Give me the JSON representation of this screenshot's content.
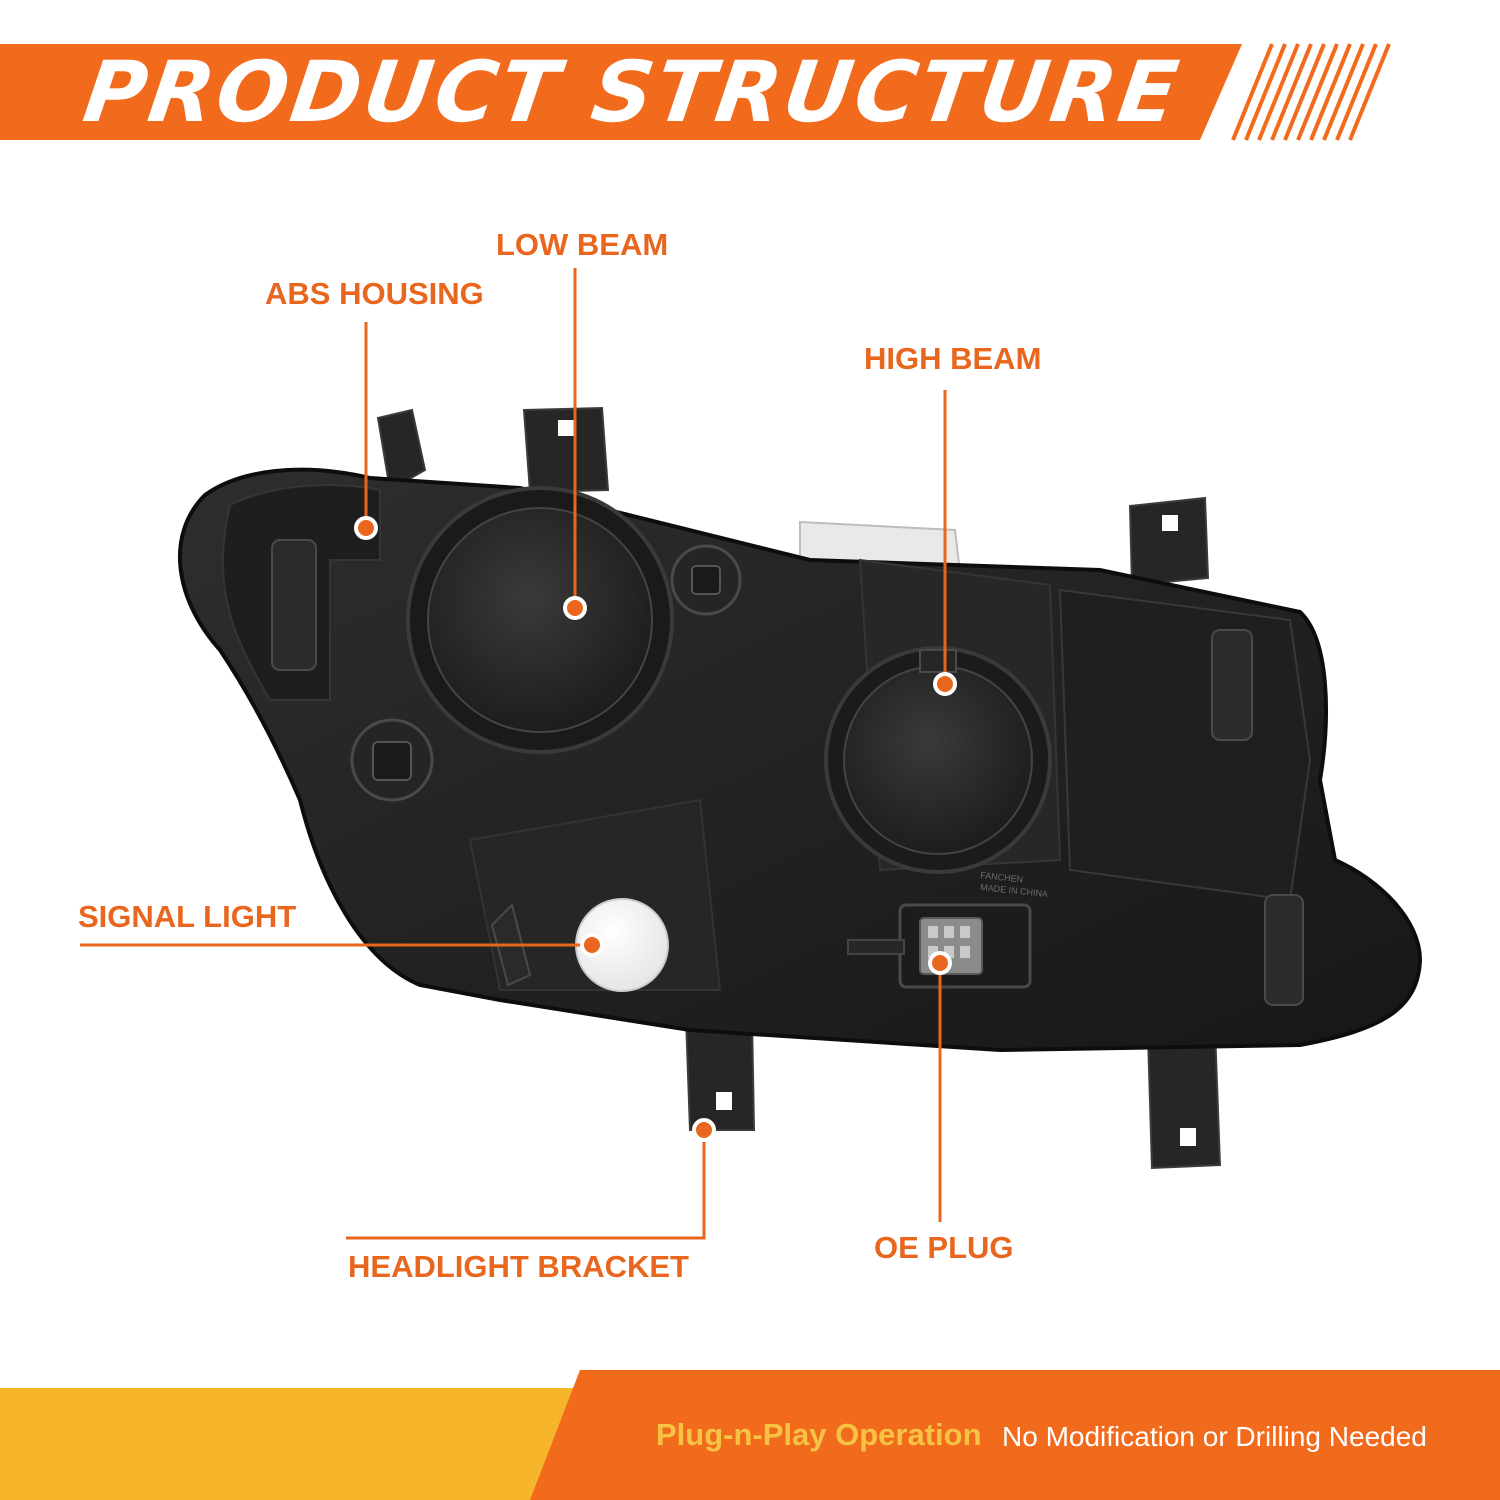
{
  "header": {
    "title": "PRODUCT STRUCTURE"
  },
  "callouts": {
    "abs_housing": "ABS HOUSING",
    "low_beam": "LOW BEAM",
    "high_beam": "HIGH BEAM",
    "signal_light": "SIGNAL LIGHT",
    "headlight_bracket": "HEADLIGHT BRACKET",
    "oe_plug": "OE PLUG"
  },
  "footer": {
    "feature": "Plug-n-Play Operation",
    "note": "No Modification or Drilling Needed"
  },
  "part_markings": {
    "brand": "FANCHEN",
    "origin": "MADE IN CHINA"
  },
  "colors": {
    "accent_orange": "#f26a1b",
    "label_orange": "#e8661e",
    "footer_yellow": "#f6b52a",
    "housing_dark": "#232323"
  },
  "icons": [
    "headlight-assembly-icon",
    "bulb-cap-icon",
    "connector-plug-icon",
    "callout-dot-icon"
  ]
}
